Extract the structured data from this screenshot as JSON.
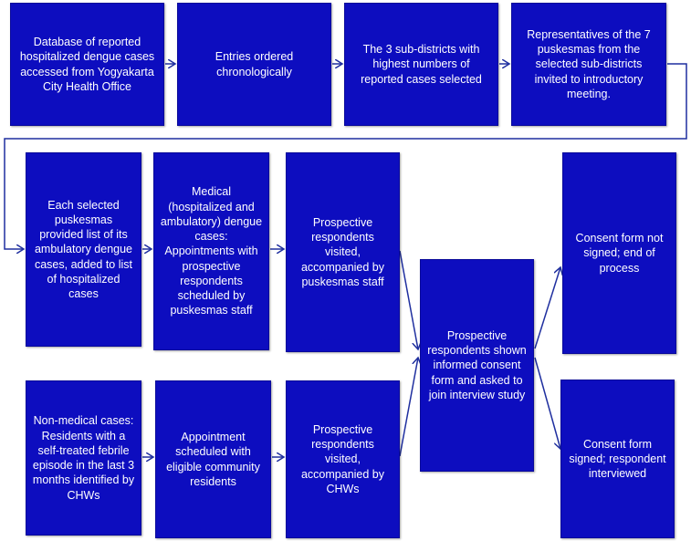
{
  "row1": {
    "box1": "Database of reported hospitalized dengue cases accessed from Yogyakarta City Health Office",
    "box2": "Entries ordered chronologically",
    "box3": "The 3 sub-districts with highest numbers of reported cases selected",
    "box4": "Representatives of the 7 puskesmas from the selected sub-districts invited to introductory meeting."
  },
  "medical": {
    "box1": "Each selected puskesmas provided list of its ambulatory dengue cases, added to list of hospitalized cases",
    "box2": "Medical (hospitalized and ambulatory) dengue cases: Appointments with prospective respondents scheduled by puskesmas staff",
    "box3": "Prospective respondents visited, accompanied by puskesmas staff"
  },
  "nonmedical": {
    "box1": "Non-medical cases: Residents with a self-treated febrile episode in the last 3 months identified by CHWs",
    "box2": "Appointment scheduled with eligible community residents",
    "box3": "Prospective respondents visited, accompanied by CHWs"
  },
  "center": {
    "box": "Prospective respondents shown informed consent form and asked to join interview study"
  },
  "outcomes": {
    "not_signed": "Consent form not signed; end of process",
    "signed": "Consent form signed; respondent interviewed"
  },
  "colors": {
    "box_fill": "#0d0dbf",
    "line": "#1f2f9f"
  }
}
